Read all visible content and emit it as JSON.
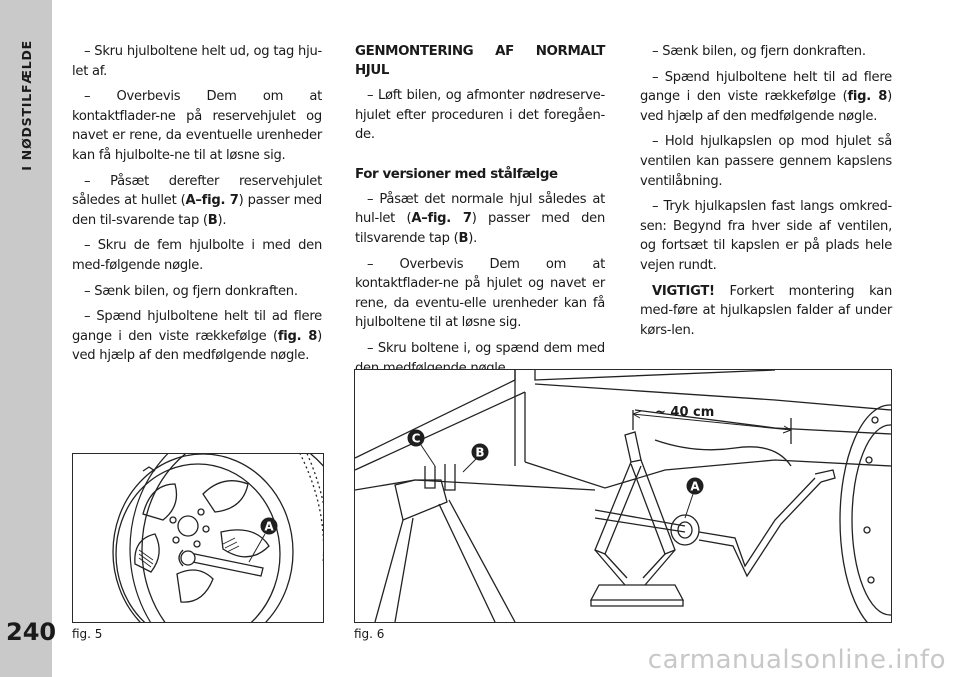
{
  "side_tab": {
    "label": "I NØDSTILFÆLDE"
  },
  "page_number": "240",
  "column1": {
    "p1": "– Skru hjulboltene helt ud, og tag hju-let af.",
    "p2": "– Overbevis Dem om at kontaktflader-ne på reservehjulet og navet er rene, da eventuelle urenheder kan få hjulbolte-ne til at løsne sig.",
    "p3_a": "– Påsæt derefter reservehjulet således at hullet (",
    "p3_ref": "A–fig. 7",
    "p3_b": ") passer med den til-svarende tap (",
    "p3_ref2": "B",
    "p3_c": ").",
    "p4": "– Skru de fem hjulbolte i med den med-følgende nøgle.",
    "p5": "– Sænk bilen, og fjern donkraften.",
    "p6_a": "– Spænd hjulboltene helt til ad flere gange i den viste rækkefølge (",
    "p6_ref": "fig. 8",
    "p6_b": ") ved hjælp af den medfølgende nøgle."
  },
  "column2": {
    "heading": "GENMONTERING AF NORMALT HJUL",
    "p1": "– Løft bilen, og afmonter nødreserve-hjulet efter proceduren i det foregåen-de.",
    "subheading": "For versioner med stålfælge",
    "p2_a": "– Påsæt det normale hjul således at hul-let (",
    "p2_ref": "A–fig. 7",
    "p2_b": ") passer med den tilsvarende tap (",
    "p2_ref2": "B",
    "p2_c": ").",
    "p3": "– Overbevis Dem om at kontaktflader-ne på hjulet og navet er rene, da eventu-elle urenheder kan få hjulboltene til at løsne sig.",
    "p4": "– Skru boltene i, og spænd dem med den medfølgende nøgle."
  },
  "column3": {
    "p1": "– Sænk bilen, og fjern donkraften.",
    "p2_a": "– Spænd hjulboltene helt til ad flere gange i den viste rækkefølge (",
    "p2_ref": "fig. 8",
    "p2_b": ") ved hjælp af den medfølgende nøgle.",
    "p3": "– Hold hjulkapslen op mod hjulet så ventilen kan passere gennem kapslens ventilåbning.",
    "p4": "– Tryk hjulkapslen fast langs omkred-sen: Begynd fra hver side af ventilen, og fortsæt til kapslen er på plads hele vejen rundt.",
    "warning_label": "VIGTIGT!",
    "warning_text": " Forkert montering kan med-føre at hjulkapslen falder af under kørs-len."
  },
  "figures": {
    "fig5": {
      "caption": "fig. 5",
      "callout": "A"
    },
    "fig6": {
      "caption": "fig. 6",
      "callout_a": "A",
      "callout_b": "B",
      "callout_c": "C",
      "dimension": "~ 40 cm"
    }
  },
  "watermark": "carmanualsonline.info"
}
